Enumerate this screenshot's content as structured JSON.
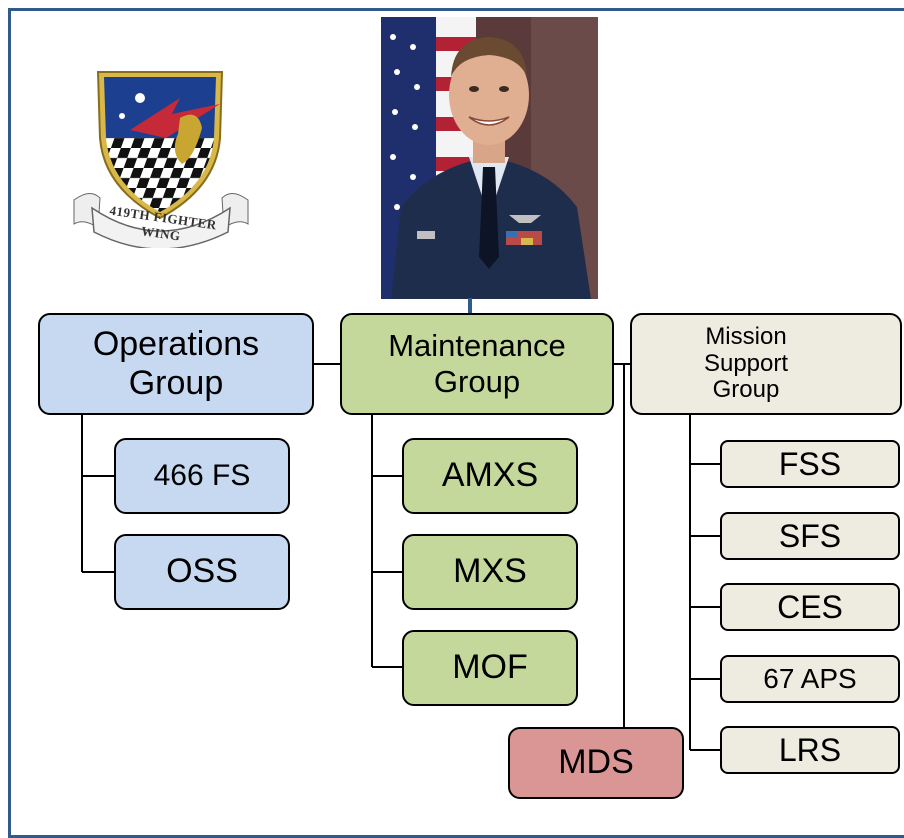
{
  "emblem": {
    "text": "419TH FIGHTER WING",
    "icon": "wing-shield-icon"
  },
  "commander_photo": {
    "icon": "commander-portrait-icon"
  },
  "groups": {
    "operations": {
      "line1": "Operations",
      "line2": "Group"
    },
    "maintenance": {
      "line1": "Maintenance",
      "line2": "Group"
    },
    "mission_support": {
      "line1": "Mission",
      "line2": "Support",
      "line3": "Group"
    }
  },
  "units": {
    "operations": [
      "466 FS",
      "OSS"
    ],
    "maintenance": [
      "AMXS",
      "MXS",
      "MOF"
    ],
    "mission_support": [
      "FSS",
      "SFS",
      "CES",
      "67 APS",
      "LRS"
    ],
    "medical": "MDS"
  },
  "colors": {
    "border": "#2e5b8a",
    "operations_fill": "#c6d9f0",
    "maintenance_fill": "#c4d89b",
    "mission_support_fill": "#eeece1",
    "medical_fill": "#da9694"
  }
}
